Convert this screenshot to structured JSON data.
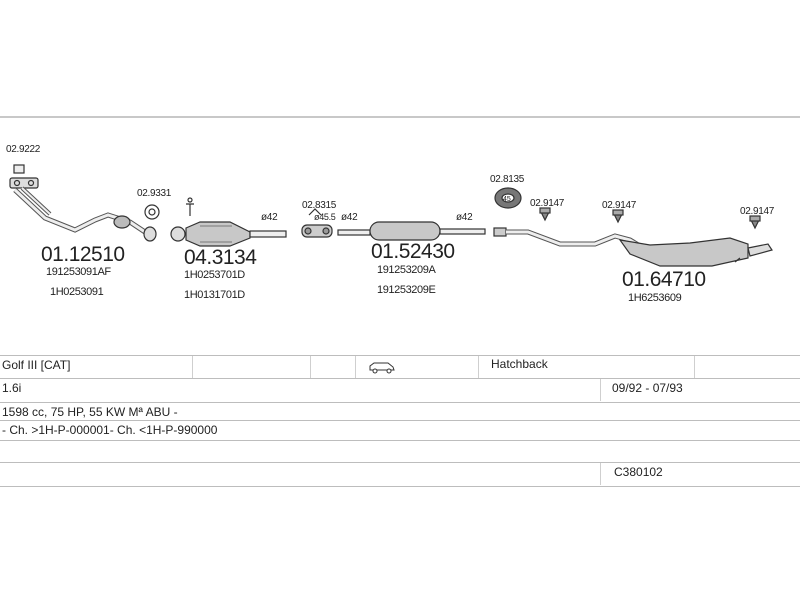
{
  "parts": {
    "p1": {
      "ref": "02.9222"
    },
    "p2": {
      "number": "01.12510",
      "oem1": "191253091AF",
      "oem2": "1H0253091"
    },
    "p3": {
      "ref": "02.9331"
    },
    "p4": {
      "number": "04.3134",
      "oem1": "1H0253701D",
      "oem2": "1H0131701D",
      "diameter": "ø42"
    },
    "p5": {
      "ref": "02.8315",
      "diameter_small": "ø45.5",
      "diameter": "ø42"
    },
    "p6": {
      "number": "01.52430",
      "oem1": "191253209A",
      "oem2": "191253209E",
      "diameter": "ø42"
    },
    "p7": {
      "ref": "02.8135"
    },
    "p8": {
      "ref": "02.9147"
    },
    "p9": {
      "ref": "02.9147"
    },
    "p10": {
      "ref": "02.9147"
    },
    "p11": {
      "number": "01.64710",
      "oem1": "1H6253609"
    }
  },
  "vehicle": {
    "model": "Golf III  [CAT]",
    "body_type": "Hatchback",
    "engine": "1.6i",
    "production": "09/92 - 07/93",
    "specs": "1598 cc, 75 HP, 55 KW Mª ABU -",
    "chassis": "- Ch. >1H-P-000001- Ch. <1H-P-990000",
    "catalog_code": "C380102"
  },
  "icons": {
    "car": "car-icon",
    "clamp": "clamp-icon",
    "hanger": "rubber-hanger-icon",
    "gasket": "gasket-icon"
  }
}
